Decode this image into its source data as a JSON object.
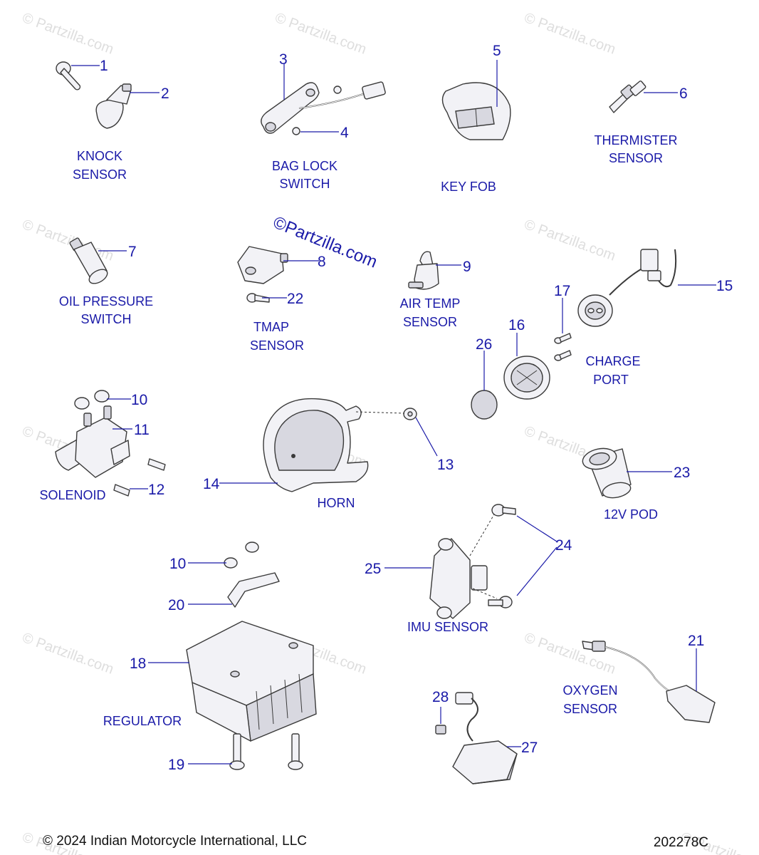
{
  "watermark": {
    "main": "©Partzilla.com",
    "faint": "© Partzilla.com"
  },
  "callouts": {
    "c1": "1",
    "c2": "2",
    "c3": "3",
    "c4": "4",
    "c5": "5",
    "c6": "6",
    "c7": "7",
    "c8": "8",
    "c9": "9",
    "c10a": "10",
    "c10b": "10",
    "c11": "11",
    "c12": "12",
    "c13": "13",
    "c14": "14",
    "c15": "15",
    "c16": "16",
    "c17": "17",
    "c18": "18",
    "c19": "19",
    "c20": "20",
    "c21": "21",
    "c22": "22",
    "c23": "23",
    "c24": "24",
    "c25": "25",
    "c26": "26",
    "c27": "27",
    "c28": "28"
  },
  "captions": {
    "knock": [
      "KNOCK",
      "SENSOR"
    ],
    "bag_lock": [
      "BAG LOCK",
      "SWITCH"
    ],
    "key_fob": [
      "KEY FOB"
    ],
    "thermister": [
      "THERMISTER",
      "SENSOR"
    ],
    "oil_pressure": [
      "OIL PRESSURE",
      "SWITCH"
    ],
    "tmap": [
      "TMAP",
      "SENSOR"
    ],
    "air_temp": [
      "AIR TEMP",
      "SENSOR"
    ],
    "charge_port": [
      "CHARGE",
      "PORT"
    ],
    "solenoid": [
      "SOLENOID"
    ],
    "horn": [
      "HORN"
    ],
    "pod": [
      "12V POD"
    ],
    "imu": [
      "IMU SENSOR"
    ],
    "regulator": [
      "REGULATOR"
    ],
    "oxygen": [
      "OXYGEN",
      "SENSOR"
    ]
  },
  "footer": {
    "copyright": "© 2024 Indian Motorcycle International, LLC",
    "drawing_number": "202278C"
  }
}
